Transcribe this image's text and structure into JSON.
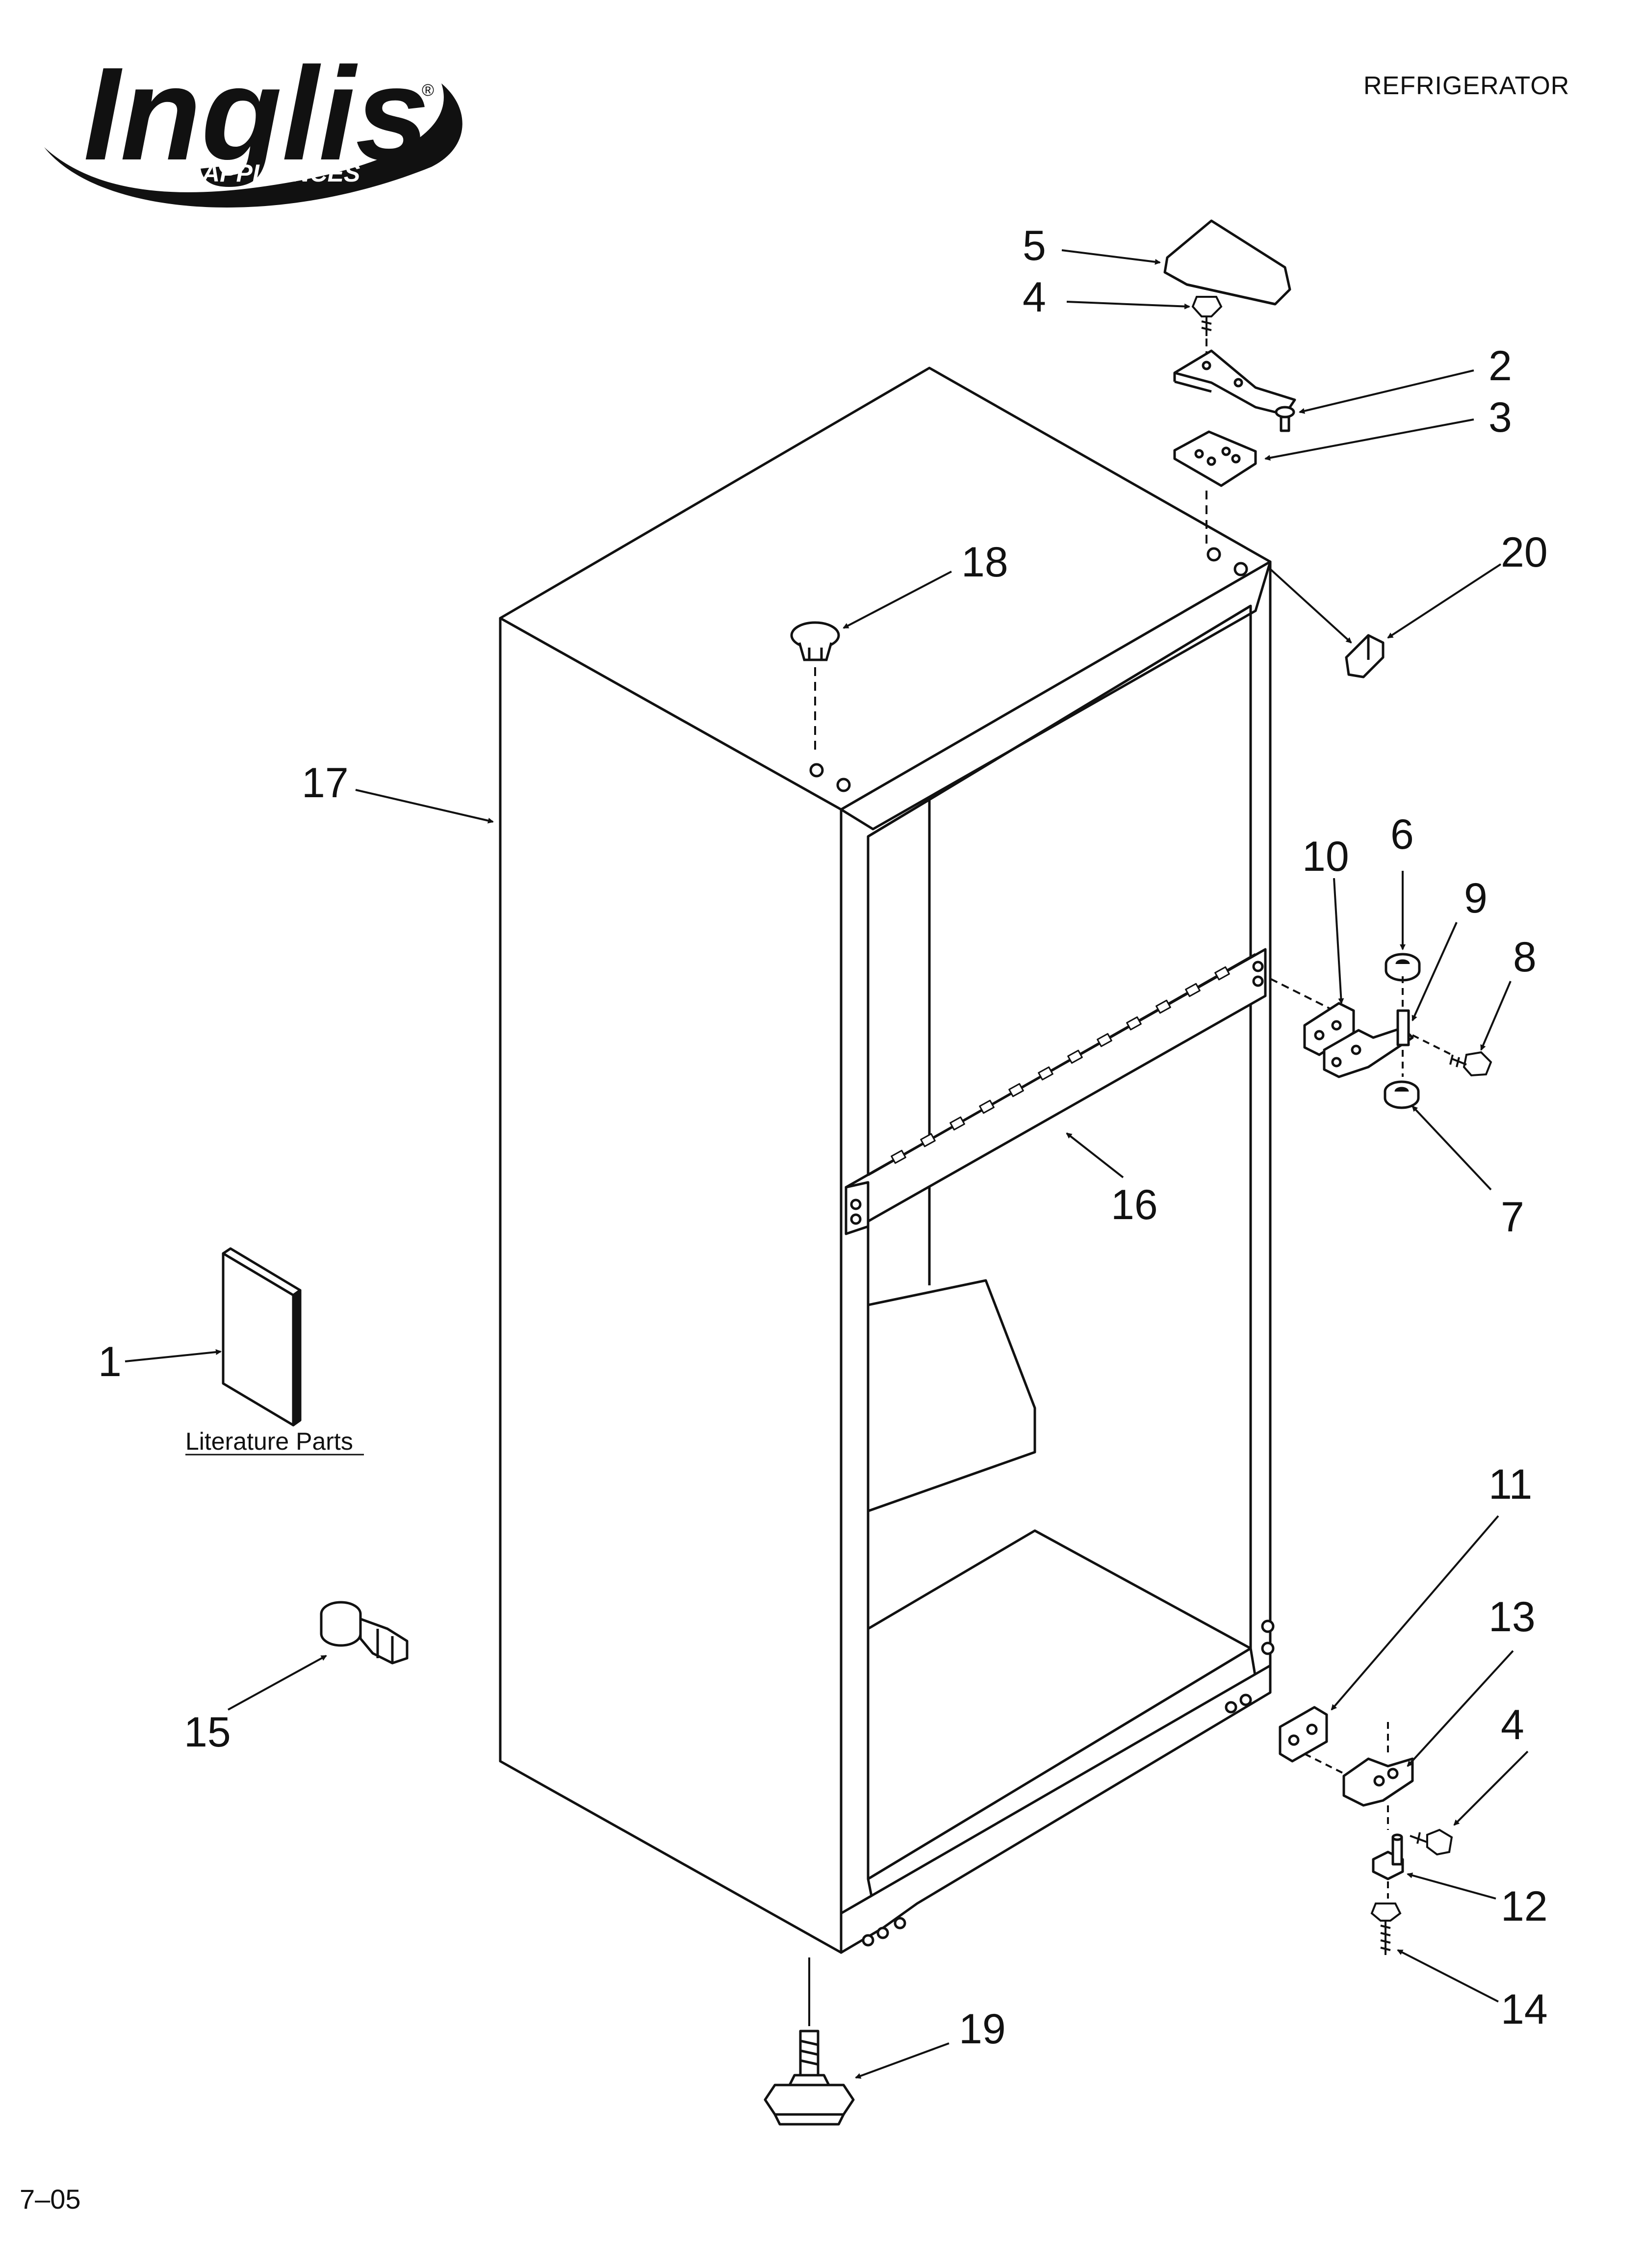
{
  "header": {
    "brand": "Inglis",
    "brand_sub": "HOME APPLIANCES",
    "registered_mark": "®",
    "title": "REFRIGERATOR"
  },
  "footer": {
    "date_code": "7–05"
  },
  "literature": {
    "label": "Literature Parts"
  },
  "callouts": {
    "c1": "1",
    "c2": "2",
    "c3": "3",
    "c4a": "4",
    "c4b": "4",
    "c5": "5",
    "c6": "6",
    "c7": "7",
    "c8": "8",
    "c9": "9",
    "c10": "10",
    "c11": "11",
    "c12": "12",
    "c13": "13",
    "c14": "14",
    "c15": "15",
    "c16": "16",
    "c17": "17",
    "c18": "18",
    "c19": "19",
    "c20": "20"
  }
}
